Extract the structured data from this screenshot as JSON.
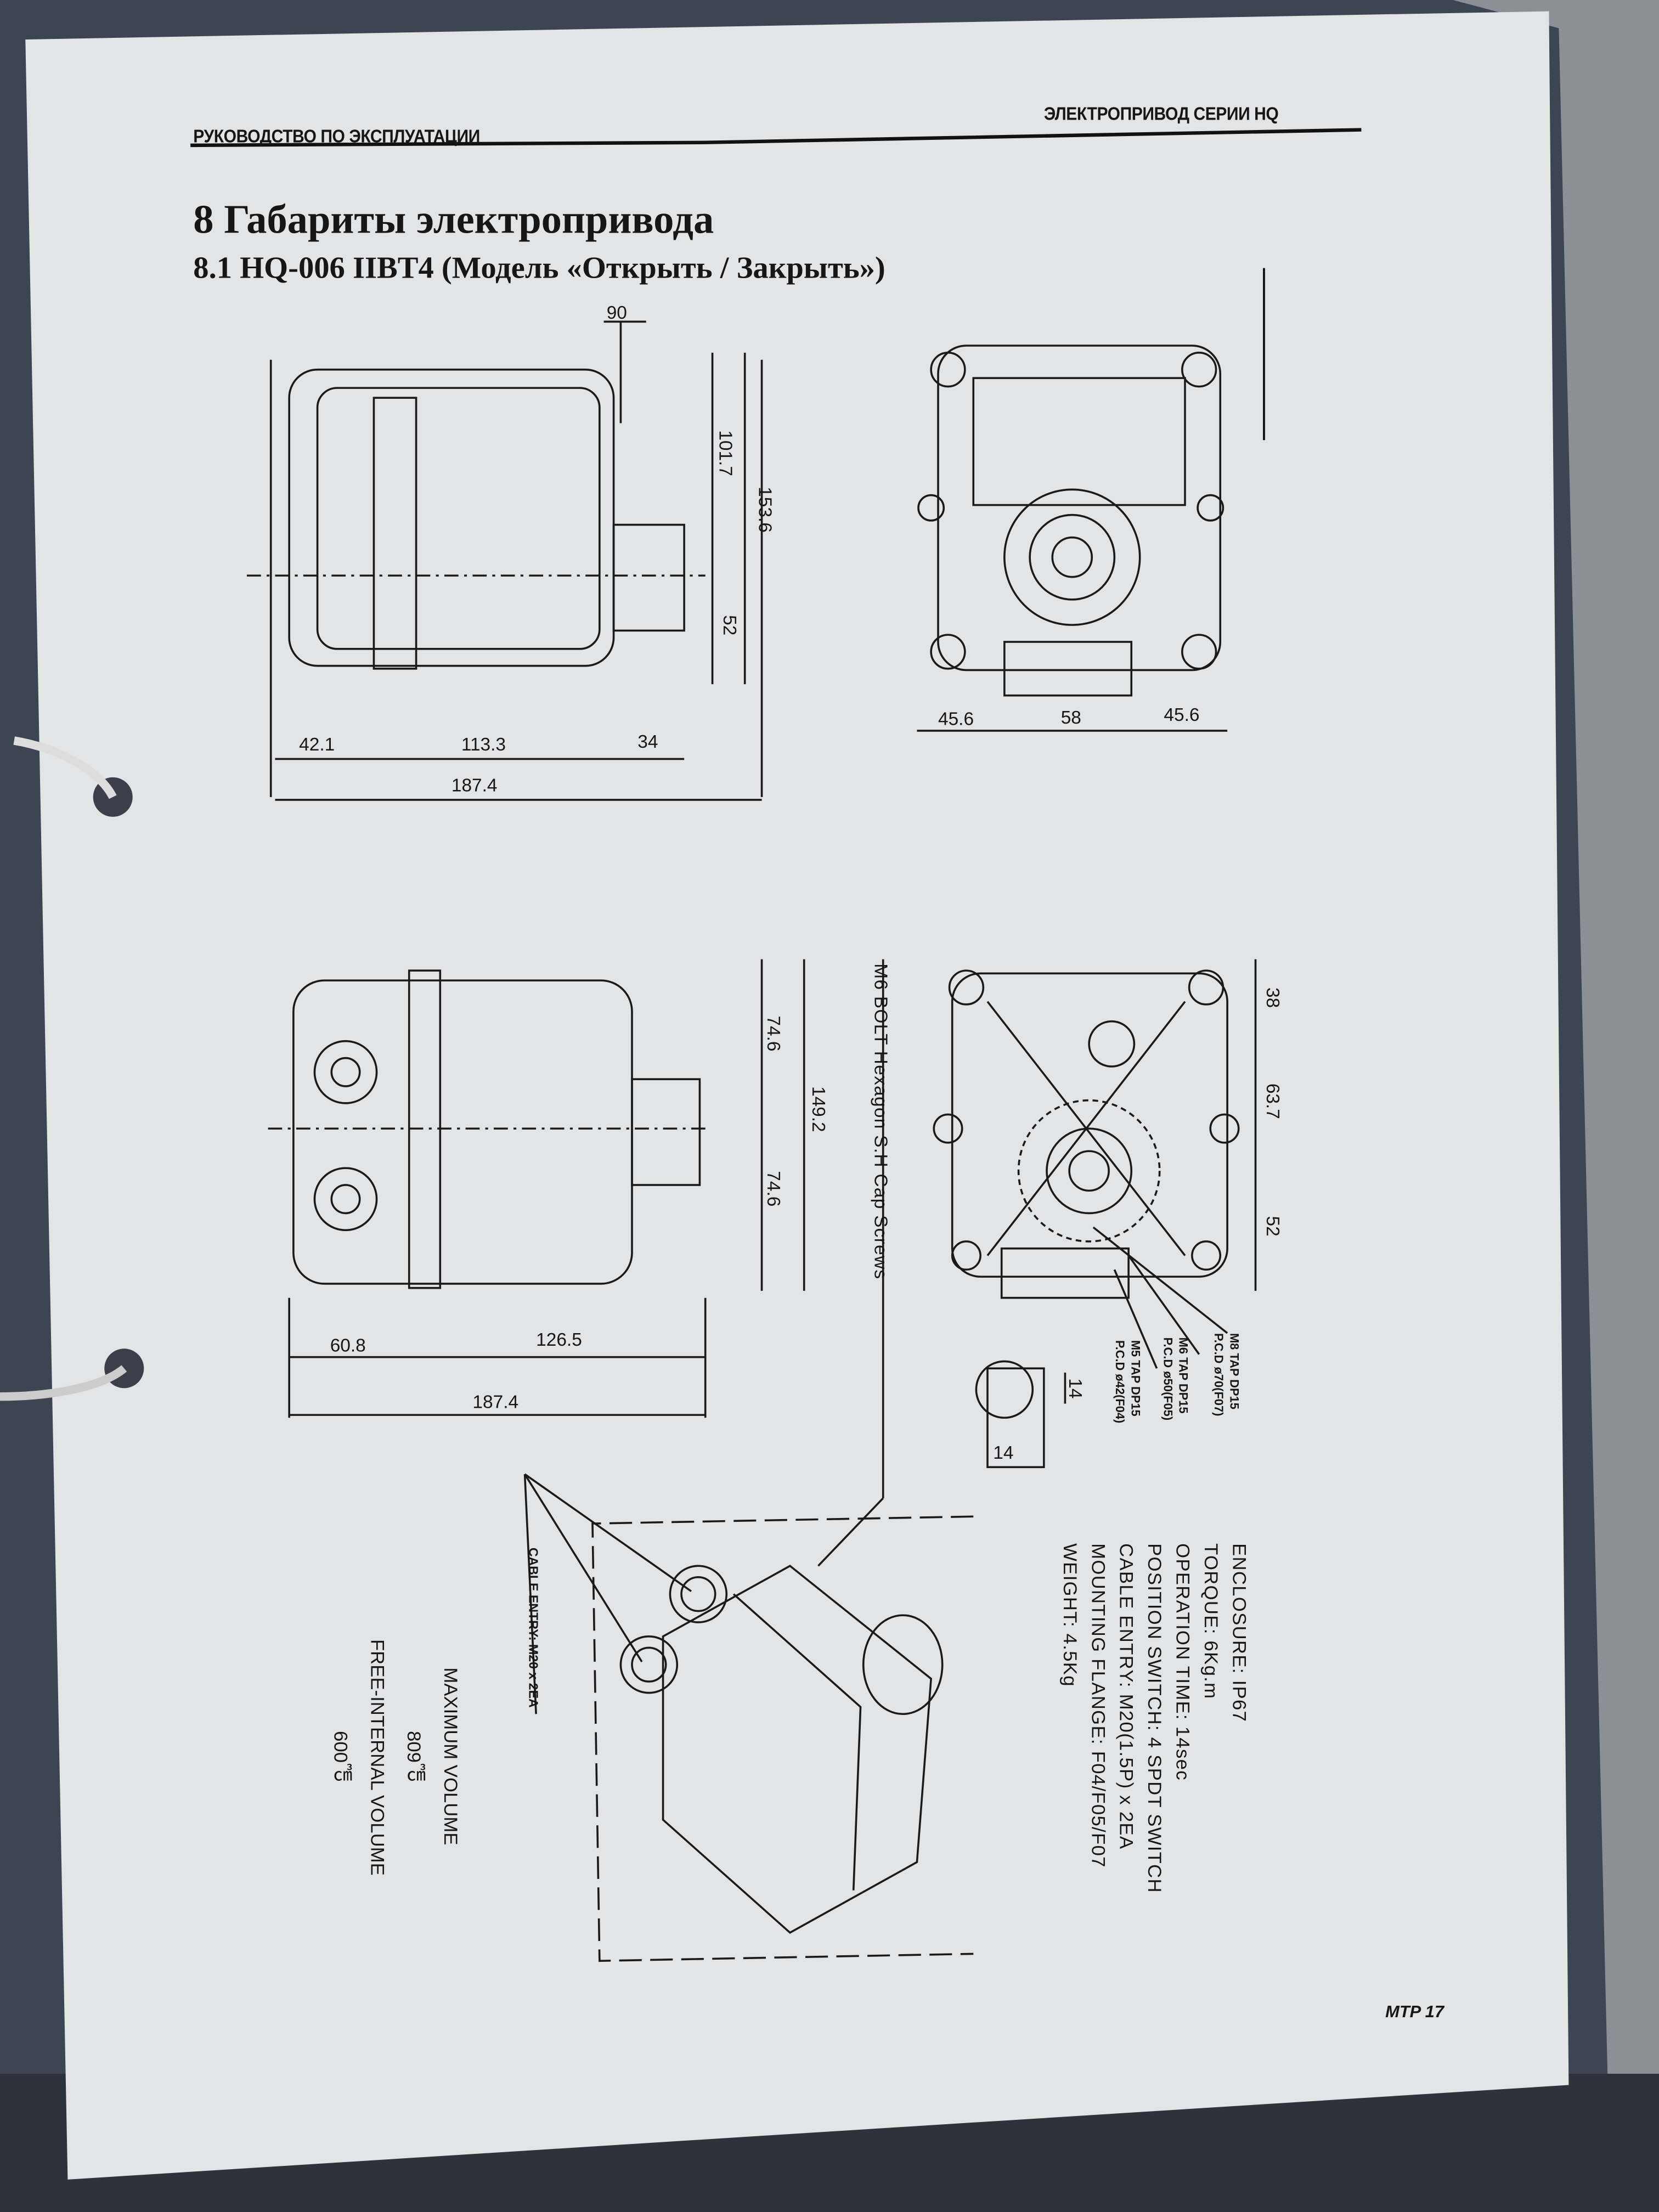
{
  "header": {
    "left": "РУКОВОДСТВО ПО ЭКСПЛУАТАЦИИ",
    "right": "ЭЛЕКТРОПРИВОД СЕРИИ HQ"
  },
  "section": {
    "title": "8  Габариты электропривода",
    "subtitle": "8.1  HQ-006 IIBT4 (Модель «Открыть / Закрыть»)"
  },
  "drawing_top_side": {
    "dims": {
      "d90": "90",
      "d101_7": "101.7",
      "d153_6": "153.6",
      "d52": "52",
      "d42_1": "42.1",
      "d113_3": "113.3",
      "d34": "34",
      "d187_4": "187.4"
    }
  },
  "drawing_top_front": {
    "dims": {
      "d45_6a": "45.6",
      "d58": "58",
      "d45_6b": "45.6"
    }
  },
  "drawing_mid_side": {
    "dims": {
      "d74_6a": "74.6",
      "d149_2": "149.2",
      "d74_6b": "74.6",
      "d60_8": "60.8",
      "d126_5": "126.5",
      "d187_4": "187.4"
    }
  },
  "bolt_note": "M6 BOLT  Hexagon S.H Cap Screws",
  "drawing_mid_bottom": {
    "dims": {
      "d38": "38",
      "d63_7": "63.7",
      "d52": "52"
    },
    "taps": [
      {
        "line1": "M8 TAP DP15",
        "line2": "P.C.D ø70(F07)"
      },
      {
        "line1": "M6 TAP DP15",
        "line2": "P.C.D ø50(F05)"
      },
      {
        "line1": "M5 TAP DP15",
        "line2": "P.C.D ø42(F04)"
      }
    ]
  },
  "square_drive": {
    "w": "14",
    "h": "14"
  },
  "specs": [
    "ENCLOSURE: IP67",
    "TORQUE: 6Kg.m",
    "OPERATION TIME: 14sec",
    "POSITION SWITCH: 4 SPDT SWITCH",
    "CABLE ENTRY: M20(1.5P) x 2EA",
    "MOUNTING FLANGE: F04/F05/F07",
    "WEIGHT: 4.5Kg"
  ],
  "cable_entry_note": "CABLE ENTRY: M20 x 2EA",
  "volume": {
    "max_label": "MAXIMUM VOLUME",
    "max_value": "809㎤",
    "free_label": "FREE-INTERNAL VOLUME",
    "free_value": "600㎤"
  },
  "page_number": "MTP 17"
}
